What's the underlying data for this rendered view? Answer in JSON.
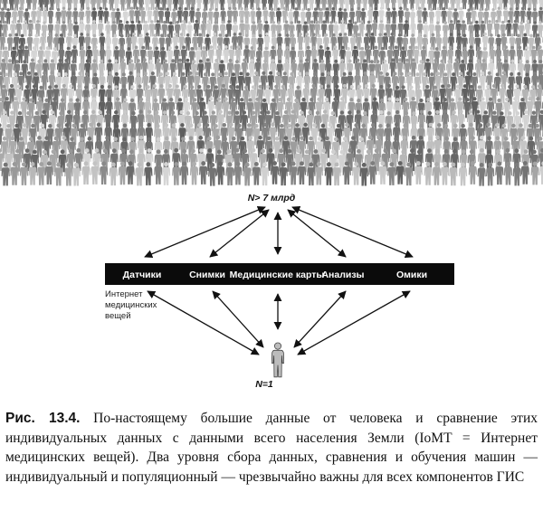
{
  "diagram": {
    "population_label": "N> 7 млрд",
    "individual_label": "N=1",
    "bar_items": [
      "Датчики",
      "Снимки",
      "Медицинские карты",
      "Анализы",
      "Омики"
    ],
    "iomt_label_lines": [
      "Интернет",
      "медицинских",
      "вещей"
    ]
  },
  "caption": {
    "figure_number": "Рис. 13.4.",
    "text": "По-настоящему большие данные от человека и сравнение этих индивидуальных данных с данными всего населения Земли (IoMT = Интернет медицинских вещей). Два уровня сбора данных, сравнения и обучения машин — индивидуальный и популяционный — чрезвычайно важны для всех компонентов ГИС"
  },
  "colors": {
    "bar": "#0b0b0b",
    "bar_text": "#ffffff",
    "arrow": "#111111"
  },
  "icons": {
    "crowd": "people-crowd-icon",
    "individual": "person-icon"
  }
}
